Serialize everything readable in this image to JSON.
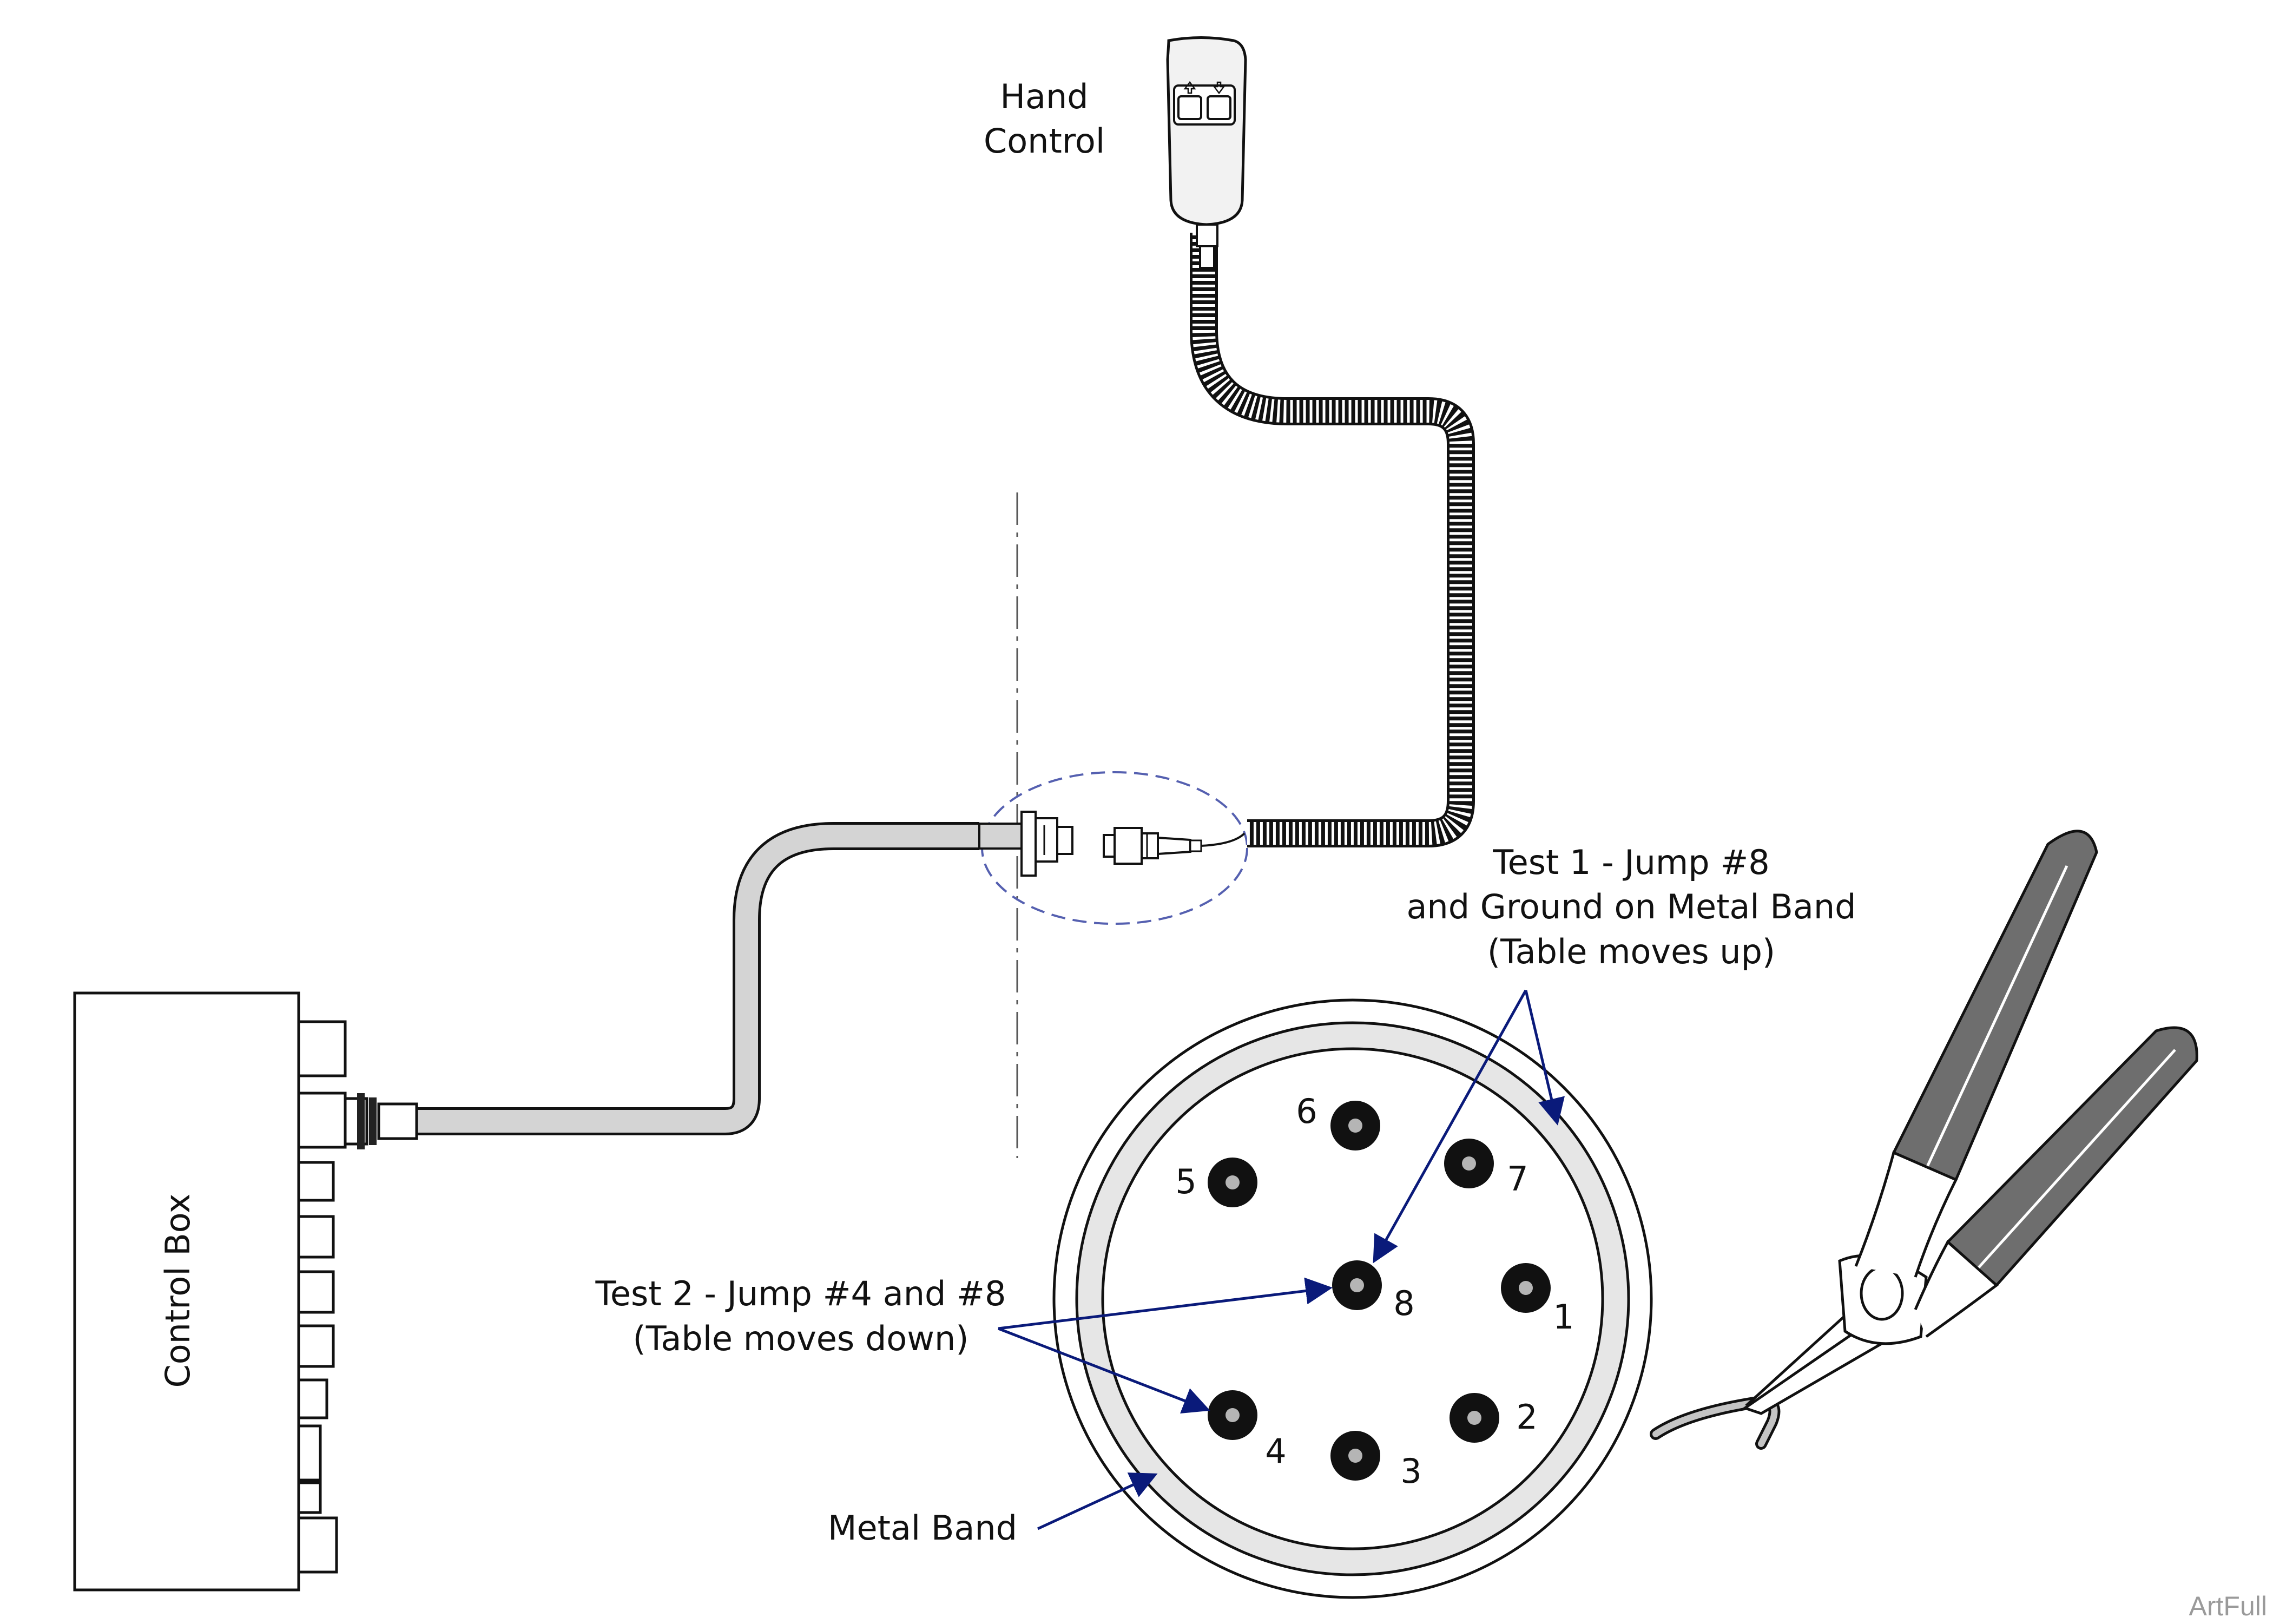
{
  "labels": {
    "hand_control_line1": "Hand",
    "hand_control_line2": "Control",
    "control_box": "Control Box",
    "test1_line1": "Test 1 - Jump #8",
    "test1_line2": "and Ground on Metal Band",
    "test1_line3": "(Table moves up)",
    "test2_line1": "Test 2 - Jump #4 and #8",
    "test2_line2": "(Table moves down)",
    "metal_band": "Metal Band",
    "watermark": "ArtFull"
  },
  "pins": [
    {
      "id": "pin-1",
      "label": "1"
    },
    {
      "id": "pin-2",
      "label": "2"
    },
    {
      "id": "pin-3",
      "label": "3"
    },
    {
      "id": "pin-4",
      "label": "4"
    },
    {
      "id": "pin-5",
      "label": "5"
    },
    {
      "id": "pin-6",
      "label": "6"
    },
    {
      "id": "pin-7",
      "label": "7"
    },
    {
      "id": "pin-8",
      "label": "8"
    }
  ],
  "colors": {
    "line": "#111111",
    "arrow": "#0a1a7a",
    "cable_fill": "#d4d4d4",
    "band_fill": "#e6e6e6",
    "handle_fill": "#6e6e6e",
    "dash_ellipse": "#5560b0"
  }
}
